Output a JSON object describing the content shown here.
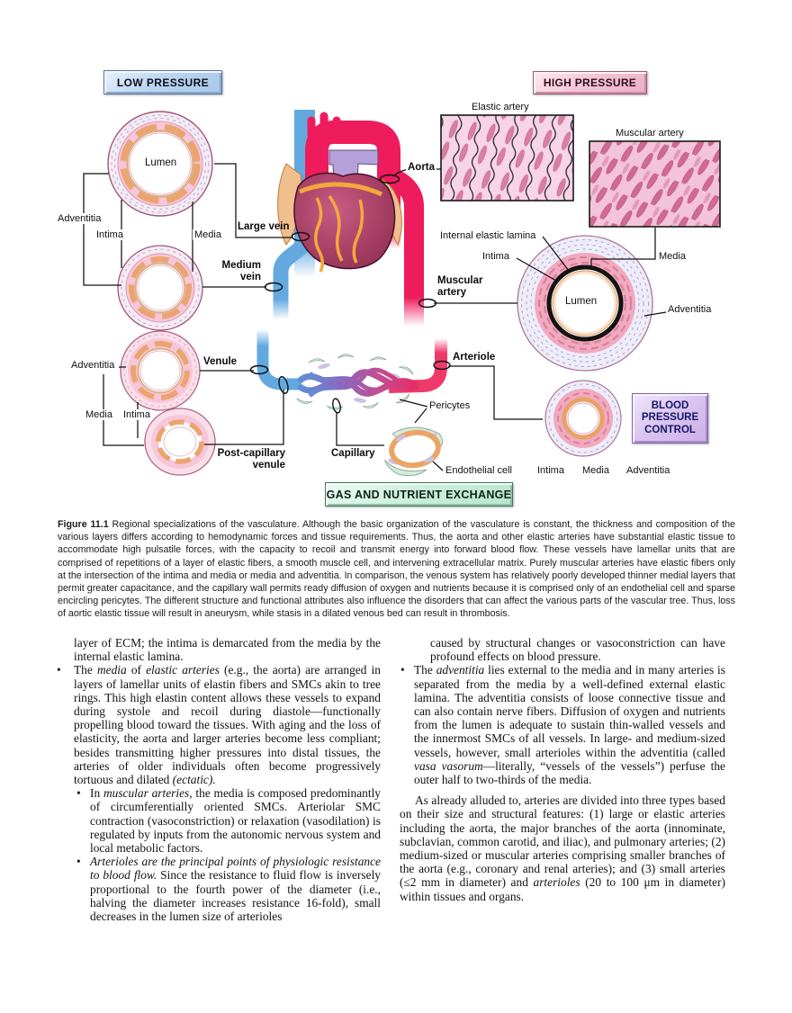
{
  "diagram": {
    "buttons": {
      "low_pressure": "LOW PRESSURE",
      "high_pressure": "HIGH PRESSURE",
      "bpc_1": "BLOOD",
      "bpc_2": "PRESSURE",
      "bpc_3": "CONTROL",
      "gas_exchange": "GAS AND NUTRIENT EXCHANGE"
    },
    "labels": {
      "elastic_artery": "Elastic artery",
      "muscular_artery_hist": "Muscular artery",
      "aorta": "Aorta",
      "large_vein": "Large vein",
      "medium_vein_1": "Medium",
      "medium_vein_2": "vein",
      "muscular_artery_1": "Muscular",
      "muscular_artery_2": "artery",
      "venule": "Venule",
      "post_capillary_1": "Post-capillary",
      "post_capillary_2": "venule",
      "capillary": "Capillary",
      "arteriole": "Arteriole",
      "pericytes": "Pericytes",
      "endothelial_cell": "Endothelial cell",
      "internal_elastic_lamina": "Internal elastic lamina",
      "lumen_vein": "Lumen",
      "lumen_artery": "Lumen",
      "adventitia_vein": "Adventitia",
      "intima_vein": "Intima",
      "media_vein": "Media",
      "intima_artery": "Intima",
      "media_artery": "Media",
      "adventitia_artery": "Adventitia",
      "venule_adventitia": "Adventitia",
      "venule_media": "Media",
      "venule_intima": "Intima",
      "arteriole_intima": "Intima",
      "arteriole_media": "Media",
      "arteriole_adventitia": "Adventitia"
    },
    "colors": {
      "vein_blue": "#63a9e0",
      "artery_red": "#ee1c5c",
      "capillary_purple": "#8a68c0",
      "low_pressure_blue": "#bcd6f1",
      "high_pressure_pink": "#f3c3d4",
      "bpc_purple": "#d9c3ef",
      "gas_green": "#cdeedd"
    }
  },
  "caption": {
    "runs": [
      [
        "Figure 11.1",
        "b"
      ],
      [
        " Regional specializations of the vasculature. Although the basic organization of the vasculature is constant, the thickness and composition of the various layers differs according to hemodynamic forces and tissue requirements. Thus, the aorta and other elastic arteries have substantial elastic tissue to accommodate high pulsatile forces, with the capacity to recoil and transmit energy into forward blood flow. These vessels have lamellar units that are comprised of repetitions of a layer of elastic fibers, a smooth muscle cell, and intervening extracellular matrix. Purely muscular arteries have elastic fibers only at the intersection of the intima and media or media and adventitia. In comparison, the venous system has relatively poorly developed thinner medial layers that permit greater capacitance, and the capillary wall permits ready diffusion of oxygen and nutrients because it is comprised only of an endothelial cell and sparse encircling pericytes. The different structure and functional attributes also influence the disorders that can affect the various parts of the vascular tree. Thus, loss of aortic elastic tissue will result in aneurysm, while stasis in a dilated venous bed can result in thrombosis.",
        ""
      ]
    ]
  },
  "body": {
    "bullet": "•",
    "left": [
      {
        "runs": [
          [
            "layer of ECM; the intima is demarcated from the media by the internal elastic lamina.",
            ""
          ]
        ]
      },
      {
        "runs": [
          [
            "The ",
            ""
          ],
          [
            "media",
            "i"
          ],
          [
            " of ",
            ""
          ],
          [
            "elastic arteries",
            "i"
          ],
          [
            " (e.g., the aorta) are arranged in layers of lamellar units of elastin fibers and SMCs akin to tree rings. This high elastin content allows these vessels to expand during systole and recoil during diastole—functionally propelling blood toward the tissues. With aging and the loss of elasticity, the aorta and larger arteries become less compliant; besides transmitting higher pressures into distal tissues, the arteries of older individuals often become progressively tortuous and dilated ",
            ""
          ],
          [
            "(ectatic).",
            "i"
          ]
        ]
      },
      {
        "runs": [
          [
            "In ",
            ""
          ],
          [
            "muscular arteries,",
            "i"
          ],
          [
            " the media is composed predominantly of circumferentially oriented SMCs. Arteriolar SMC contraction (vasoconstriction) or relaxation (vasodilation) is regulated by inputs from the autonomic nervous system and local metabolic factors.",
            ""
          ]
        ]
      },
      {
        "runs": [
          [
            "Arterioles are the principal points of physiologic resistance to blood flow.",
            "i"
          ],
          [
            " Since the resistance to fluid flow is inversely proportional to the fourth power of the diameter (i.e., halving the diameter increases resistance 16-fold), small decreases in the lumen size of arterioles",
            ""
          ]
        ]
      }
    ],
    "right": [
      {
        "runs": [
          [
            "caused by structural changes or vasoconstriction can have profound effects on blood pressure.",
            ""
          ]
        ]
      },
      {
        "runs": [
          [
            "The ",
            ""
          ],
          [
            "adventitia",
            "i"
          ],
          [
            " lies external to the media and in many arteries is separated from the media by a well-defined external elastic lamina. The adventitia consists of loose connective tissue and can also contain nerve fibers. Diffusion of oxygen and nutrients from the lumen is adequate to sustain thin-walled vessels and the innermost SMCs of all vessels. In large- and medium-sized vessels, however, small arterioles within the adventitia (called ",
            ""
          ],
          [
            "vasa vasorum",
            "i"
          ],
          [
            "—literally, “vessels of the vessels”) perfuse the outer half to two-thirds of the media.",
            ""
          ]
        ]
      },
      {
        "runs": [
          [
            "As already alluded to, arteries are divided into three types based on their size and structural features: (1) large or elastic arteries including the aorta, the major branches of the aorta (innominate, subclavian, common carotid, and iliac), and pulmonary arteries; (2) medium-sized or muscular arteries comprising smaller branches of the aorta (e.g., coronary and renal arteries); and (3) small arteries (≤2 mm in diameter) and ",
            ""
          ],
          [
            "arterioles",
            "i"
          ],
          [
            " (20 to 100 μm in diameter) within tissues and organs.",
            ""
          ]
        ]
      }
    ]
  }
}
